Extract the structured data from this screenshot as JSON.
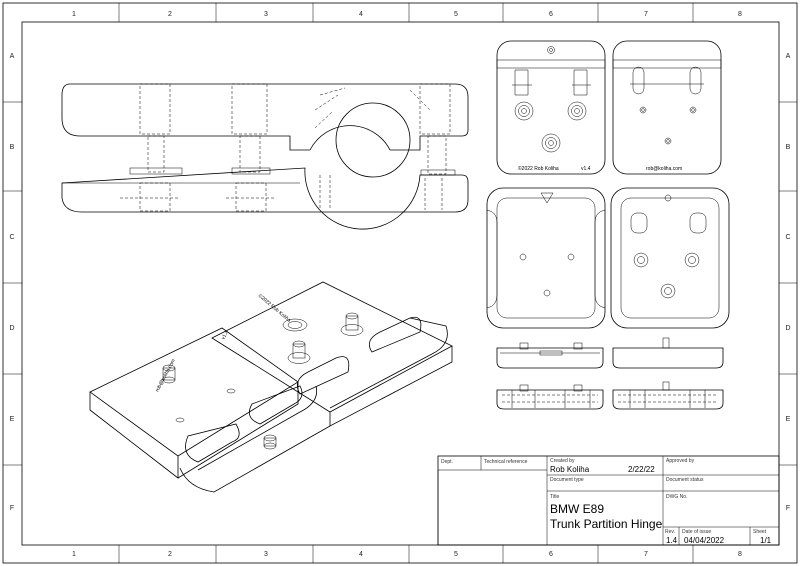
{
  "border": {
    "columns": [
      "1",
      "2",
      "3",
      "4",
      "5",
      "6",
      "7",
      "8"
    ],
    "rows": [
      "A",
      "B",
      "C",
      "D",
      "E",
      "F"
    ]
  },
  "title_block": {
    "dept_label": "Dept.",
    "tech_ref_label": "Technical reference",
    "created_by_label": "Created by",
    "created_by": "Rob Koliha",
    "created_date": "2/22/22",
    "approved_by_label": "Approved by",
    "document_type_label": "Document type",
    "document_status_label": "Document status",
    "title_label": "Title",
    "title_line1": "BMW E89",
    "title_line2": "Trunk Partition Hinge",
    "dwg_no_label": "DWG No.",
    "rev_label": "Rev.",
    "rev": "1.4",
    "date_of_issue_label": "Date of issue",
    "date_of_issue": "04/04/2022",
    "sheet_label": "Sheet",
    "sheet": "1/1"
  },
  "part_markings": {
    "copyright": "©2022  Rob Koliha",
    "version": "v1.4",
    "email": "rob@koliha.com",
    "iso_copyright": "©2022  Rob Koliha",
    "iso_version": "v1.4",
    "iso_email": "rob@koliha.com"
  }
}
